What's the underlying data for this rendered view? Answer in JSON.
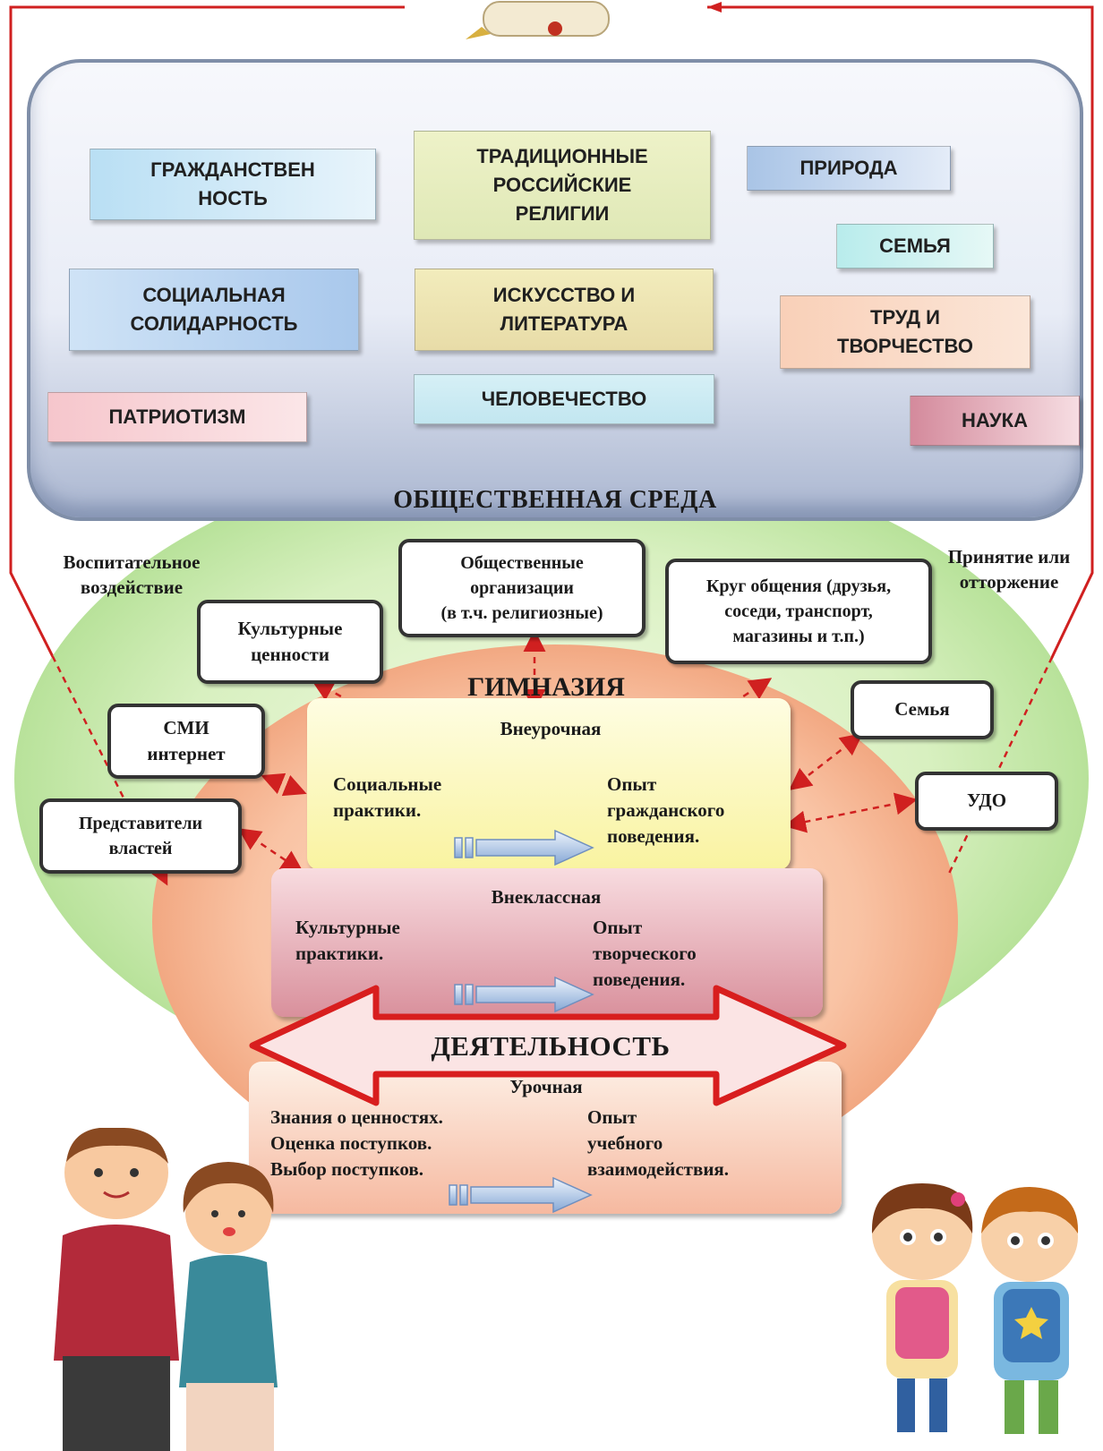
{
  "values": {
    "citizenship": "ГРАЖДАНСТВЕН\nНОСТЬ",
    "religions": "ТРАДИЦИОННЫЕ\nРОССИЙСКИЕ\nРЕЛИГИИ",
    "nature": "ПРИРОДА",
    "family": "СЕМЬЯ",
    "solidarity": "СОЦИАЛЬНАЯ\nСОЛИДАРНОСТЬ",
    "art": "ИСКУССТВО И\nЛИТЕРАТУРА",
    "labor": "ТРУД И\nТВОРЧЕСТВО",
    "patriotism": "ПАТРИОТИЗМ",
    "humanity": "ЧЕЛОВЕЧЕСТВО",
    "science": "НАУКА"
  },
  "social": {
    "title": "ОБЩЕСТВЕННАЯ СРЕДА",
    "left_label": "Воспитательное\nвоздействие",
    "right_label": "Принятие или\nотторжение",
    "orgs": "Общественные\nорганизации\n(в т.ч. религиозные)",
    "circle": "Круг общения (друзья,\nсоседи, транспорт,\nмагазины и т.п.)",
    "cultural_values": "Культурные\nценности",
    "media": "СМИ\nинтернет",
    "authorities": "Представители\nвластей",
    "family": "Семья",
    "udo": "УДО"
  },
  "gymnasium": {
    "title": "ГИМНАЗИЯ",
    "activity_label": "ДЕЯТЕЛЬНОСТЬ",
    "extracurricular": {
      "title": "Внеурочная",
      "left": "Социальные\nпрактики.",
      "right": "Опыт\nгражданского\nповедения."
    },
    "outofclass": {
      "title": "Внеклассная",
      "left": "Культурные\nпрактики.",
      "right": "Опыт\nтворческого\nповедения."
    },
    "lesson": {
      "title": "Урочная",
      "left": "Знания о ценностях.\nОценка поступков.\nВыбор поступков.",
      "right": "Опыт\nучебного\nвзаимодействия."
    }
  }
}
